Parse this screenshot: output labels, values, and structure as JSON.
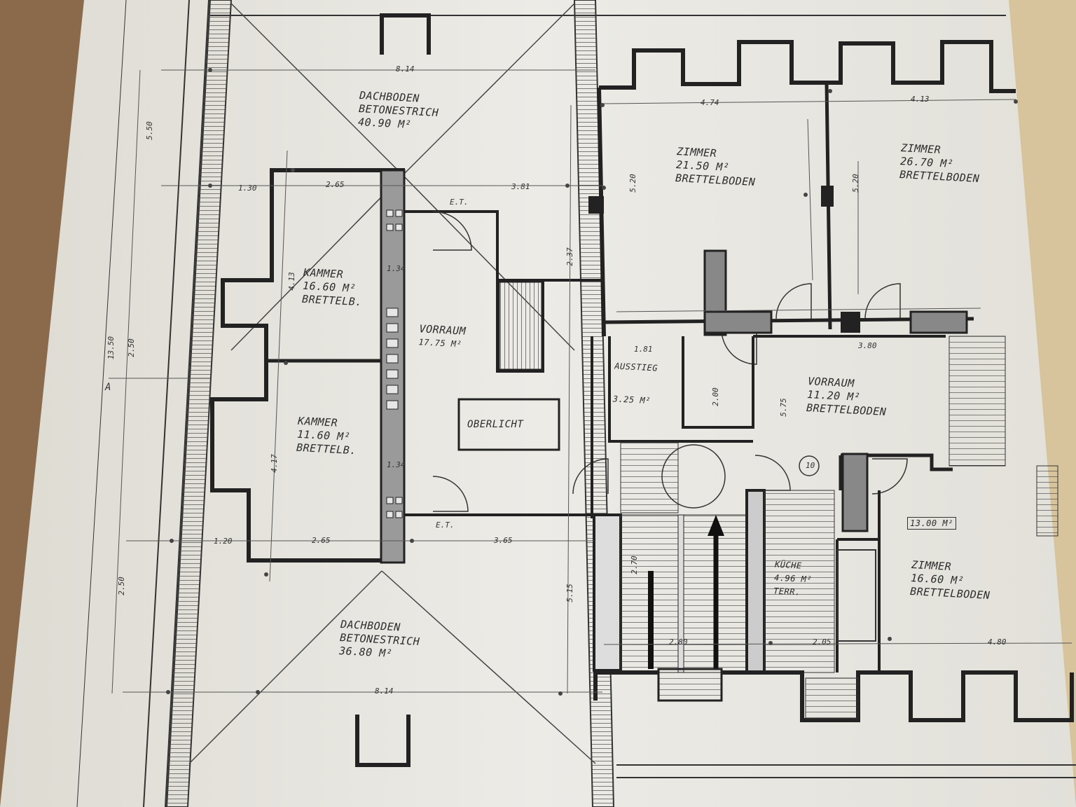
{
  "colors": {
    "table_wood": "#8a6a4a",
    "paper": "#e9e6df",
    "paper_right": "#dcc9a6",
    "ink": "#2e2e2e",
    "hatch": "#4a4a4a"
  },
  "rooms": [
    {
      "name": "DACHBODEN",
      "line2": "BETONESTRICH",
      "area": "40.90 M²"
    },
    {
      "name": "ZIMMER",
      "area": "21.50 M²",
      "floor": "BRETTELBODEN"
    },
    {
      "name": "ZIMMER",
      "area": "26.70 M²",
      "floor": "BRETTELBODEN"
    },
    {
      "name": "KAMMER",
      "area": "16.60 M²",
      "floor": "BRETTELB."
    },
    {
      "name": "VORRAUM",
      "area": "17.75 M²"
    },
    {
      "name": "AUSSTIEG",
      "area": "3.25 M²"
    },
    {
      "name": "VORRAUM",
      "area": "11.20 M²",
      "floor": "BRETTELBODEN"
    },
    {
      "name": "KAMMER",
      "area": "11.60 M²",
      "floor": "BRETTELB."
    },
    {
      "name": "OBERLICHT"
    },
    {
      "name": "DACHBODEN",
      "line2": "BETONESTRICH",
      "area": "36.80 M²"
    },
    {
      "name": "KÜCHE",
      "area": "4.96 M²",
      "floor": "TERR."
    },
    {
      "name": "ZIMMER",
      "area": "16.60 M²",
      "floor": "BRETTELBODEN",
      "extra": "13.00 M²"
    }
  ],
  "dimensions": {
    "d1": "8.14",
    "d2": "4.74",
    "d3": "4.13",
    "d4": "2.65",
    "d5": "3.81",
    "d6": "3.80",
    "d7": "2.65",
    "d8": "3.65",
    "d9": "4.80",
    "d10": "8.14",
    "d11": "5.50",
    "d12": "13.50",
    "d13": "2.50",
    "d14": "5.20",
    "d15": "5.20",
    "d16": "2.50",
    "d17": "2.80",
    "d18": "2.05",
    "d19": "1.30",
    "d20": "1.20",
    "d21": "4.17",
    "d22": "4.13",
    "d23": "5.15",
    "d24": "2.70",
    "d25": "2.00",
    "d26": "1.34",
    "d27": "1.34",
    "d28": "E.T.",
    "d29": "E.T.",
    "d30": "10",
    "d31": "A",
    "d32": "5.75",
    "d33": "2.37",
    "d34": "1.81"
  }
}
